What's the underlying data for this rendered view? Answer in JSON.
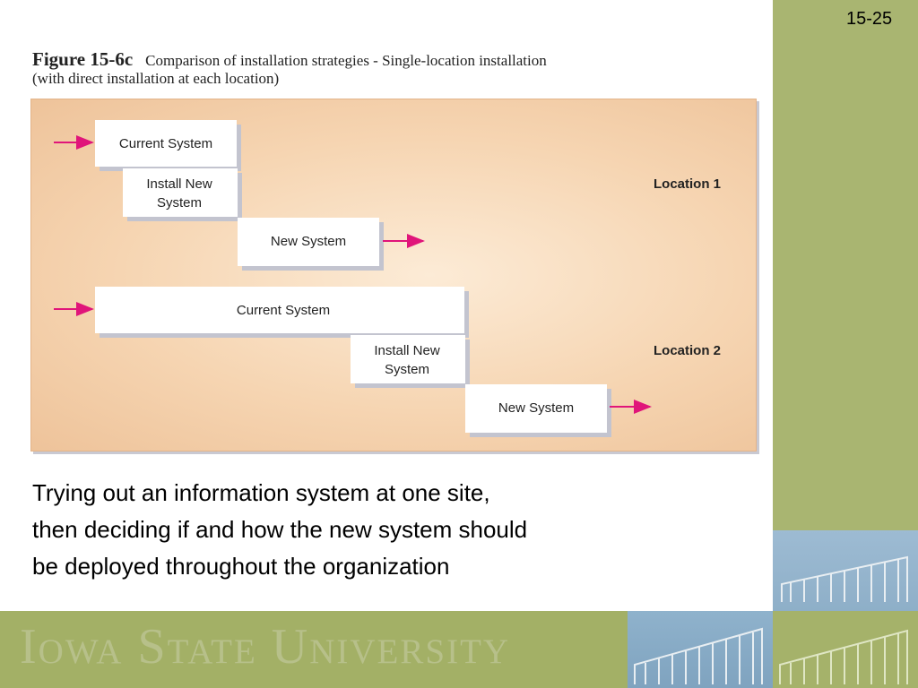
{
  "page_number": "15-25",
  "figure": {
    "label": "Figure 15-6c",
    "caption": "Comparison of installation strategies - Single-location installation",
    "subcaption": "(with direct installation at each location)"
  },
  "diagram": {
    "locations": [
      {
        "label": "Location 1",
        "current": "Current System",
        "install": [
          "Install New",
          "System"
        ],
        "new": "New System"
      },
      {
        "label": "Location 2",
        "current": "Current System",
        "install": [
          "Install New",
          "System"
        ],
        "new": "New System"
      }
    ],
    "arrow_color": "#e0157a"
  },
  "body_text": [
    "Trying out an information system at one site,",
    "then deciding if and how the new system should",
    "be deployed throughout the organization"
  ],
  "footer": {
    "wordmark": "Iowa State University"
  },
  "colors": {
    "side_panel": "#a9b571",
    "diagram_bg": "#f6d5b2",
    "arrow": "#e0157a"
  }
}
